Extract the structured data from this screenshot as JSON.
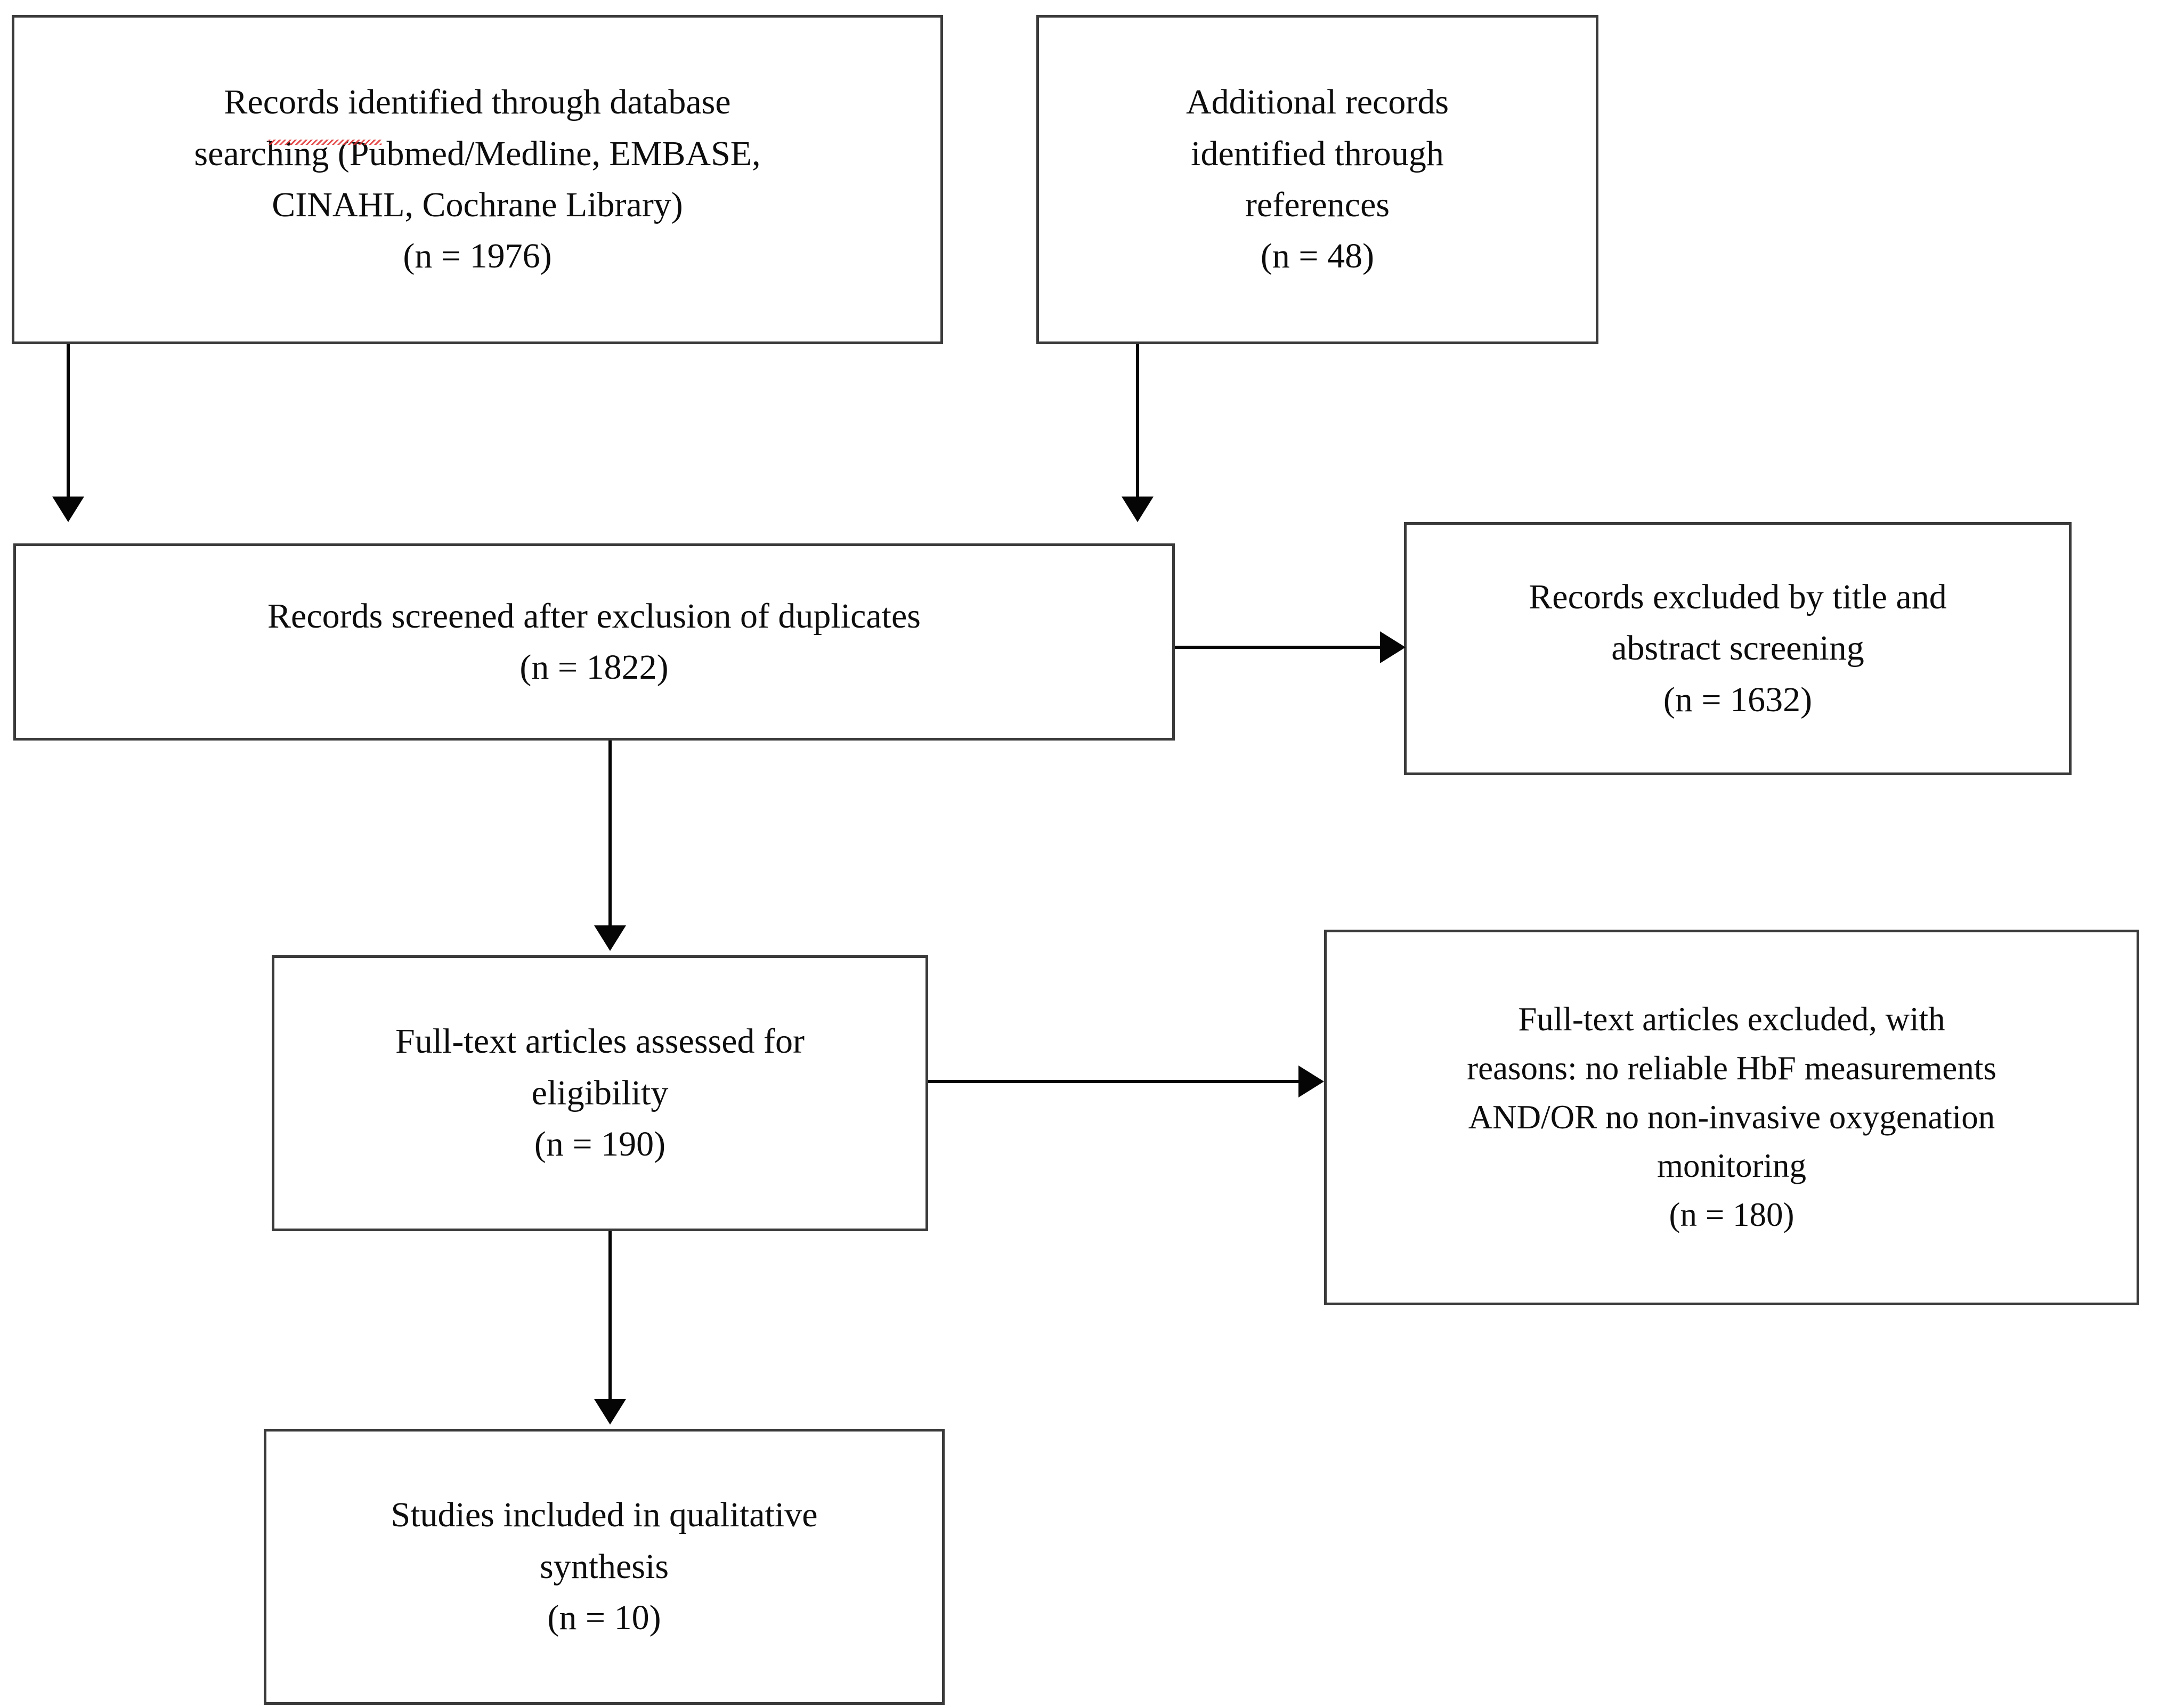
{
  "diagram": {
    "type": "prisma-flow-diagram",
    "title": "",
    "boxes": [
      {
        "id": "identified-database",
        "name": "records-identified-database-box",
        "lines": [
          "Records identified through database",
          "searching (Pubmed/Medline, EMBASE,",
          "CINAHL, Cochrane Library)",
          "(n = 1976)"
        ],
        "count": 1976,
        "misspelled_word": "Pubmed"
      },
      {
        "id": "identified-references",
        "name": "additional-records-references-box",
        "lines": [
          "Additional records",
          "identified through",
          "references",
          "(n = 48)"
        ],
        "count": 48
      },
      {
        "id": "screened",
        "name": "records-screened-box",
        "lines": [
          "Records screened after exclusion of duplicates",
          "(n = 1822)"
        ],
        "count": 1822
      },
      {
        "id": "excluded-title-abstract",
        "name": "records-excluded-title-abstract-box",
        "lines": [
          "Records excluded by title and",
          "abstract screening",
          "(n = 1632)"
        ],
        "count": 1632
      },
      {
        "id": "fulltext-assessed",
        "name": "fulltext-assessed-box",
        "lines": [
          "Full-text articles assessed for",
          "eligibility",
          "(n = 190)"
        ],
        "count": 190
      },
      {
        "id": "fulltext-excluded",
        "name": "fulltext-excluded-box",
        "lines": [
          "Full-text articles excluded, with",
          "reasons: no reliable HbF measurements",
          "AND/OR no non-invasive oxygenation",
          "monitoring",
          "(n = 180)"
        ],
        "count": 180
      },
      {
        "id": "included-qualitative",
        "name": "studies-included-box",
        "lines": [
          "Studies included in qualitative",
          "synthesis",
          "(n = 10)"
        ],
        "count": 10
      }
    ],
    "connectors": [
      {
        "from": "identified-database",
        "to": "screened",
        "direction": "down"
      },
      {
        "from": "identified-references",
        "to": "screened",
        "direction": "down"
      },
      {
        "from": "screened",
        "to": "excluded-title-abstract",
        "direction": "right"
      },
      {
        "from": "screened",
        "to": "fulltext-assessed",
        "direction": "down"
      },
      {
        "from": "fulltext-assessed",
        "to": "fulltext-excluded",
        "direction": "right"
      },
      {
        "from": "fulltext-assessed",
        "to": "included-qualitative",
        "direction": "down"
      }
    ],
    "colors": {
      "box_border": "#3a3a3a",
      "box_fill": "#ffffff",
      "connector": "#050505",
      "text": "#0d0d0d",
      "spellcheck_underline": "#e03030"
    }
  }
}
